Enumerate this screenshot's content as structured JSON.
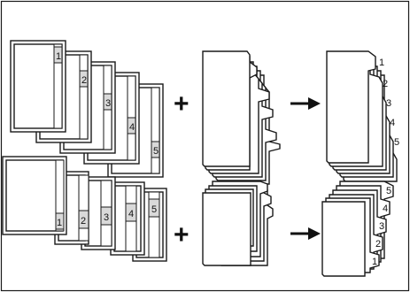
{
  "diagram": {
    "top_row": {
      "sheet_tab_labels": [
        "1",
        "2",
        "3",
        "4",
        "5"
      ],
      "result_tab_labels": [
        "1",
        "2",
        "3",
        "4",
        "5"
      ]
    },
    "bottom_row": {
      "sheet_tab_labels": [
        "1",
        "2",
        "3",
        "4",
        "5"
      ],
      "result_tab_labels": [
        "5",
        "4",
        "3",
        "2",
        "1"
      ]
    },
    "operators": {
      "plus": "+",
      "arrow": "→"
    },
    "colors": {
      "line": "#1a1a1a",
      "tab_shade": "#d9d9d9",
      "background": "#ffffff"
    }
  }
}
